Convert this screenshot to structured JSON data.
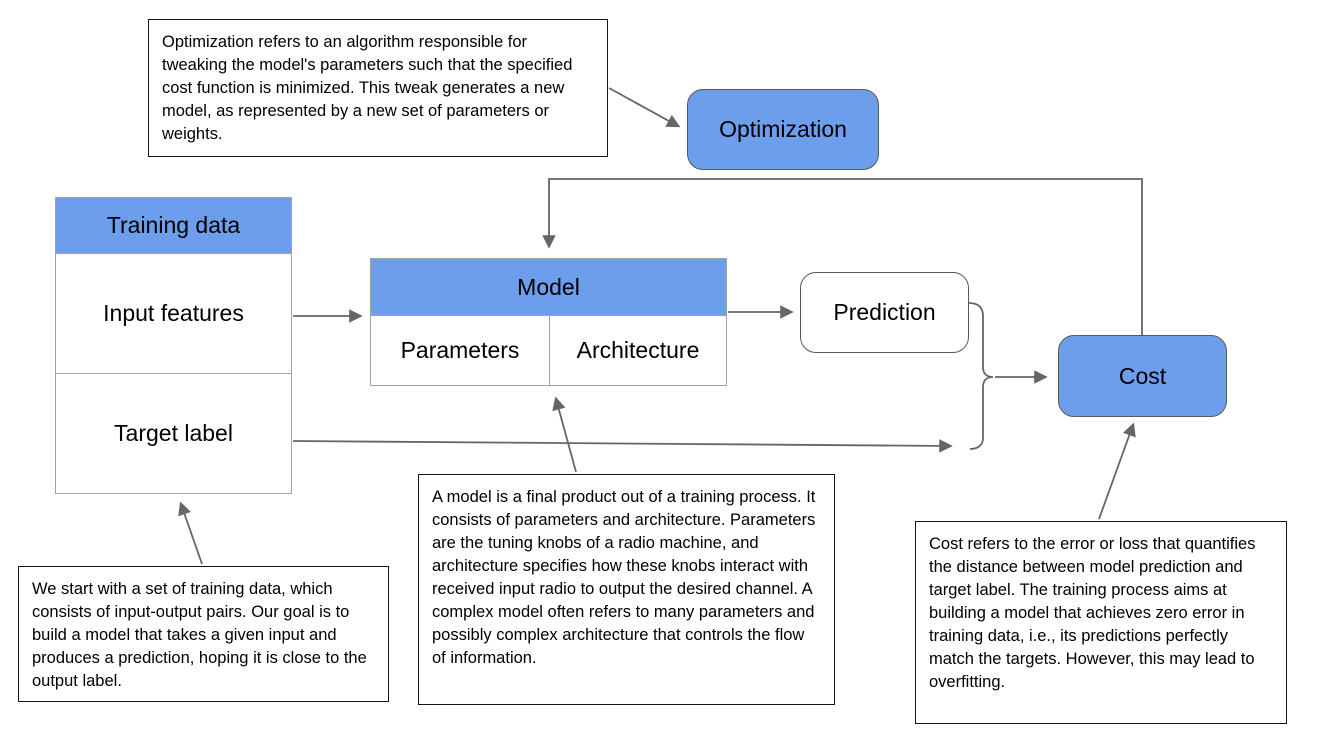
{
  "diagram": {
    "nodes": {
      "optimization": {
        "label": "Optimization"
      },
      "training": {
        "header": "Training data",
        "rows": [
          "Input features",
          "Target label"
        ]
      },
      "model": {
        "header": "Model",
        "cells": [
          "Parameters",
          "Architecture"
        ]
      },
      "prediction": {
        "label": "Prediction"
      },
      "cost": {
        "label": "Cost"
      }
    },
    "notes": {
      "optimization": "Optimization refers to an algorithm responsible for tweaking the model's parameters such that the specified cost function is minimized. This tweak generates a new model, as represented by a new set of parameters or weights.",
      "training": "We start with a set of training data, which consists of input-output pairs. Our goal is to build a model that takes a given input and produces a prediction, hoping it is close to the output label.",
      "model": "A model is a final product out of a training process. It consists of parameters and architecture. Parameters are the tuning knobs of a radio machine, and architecture specifies how these knobs interact with received input radio to output the desired channel. A complex model often refers to many parameters and possibly complex architecture that controls the flow of information.",
      "cost": "Cost refers to the error or loss that quantifies the distance between model prediction and target label. The training process aims at building a model that achieves zero error in training data, i.e., its predictions perfectly match the targets. However, this may lead to overfitting."
    },
    "colors": {
      "node_fill": "#6d9eeb",
      "node_border": "#595959",
      "table_border": "#a2a2a2",
      "note_border": "#141414",
      "connector": "#666666",
      "text": "#000000",
      "canvas": "#ffffff"
    }
  }
}
